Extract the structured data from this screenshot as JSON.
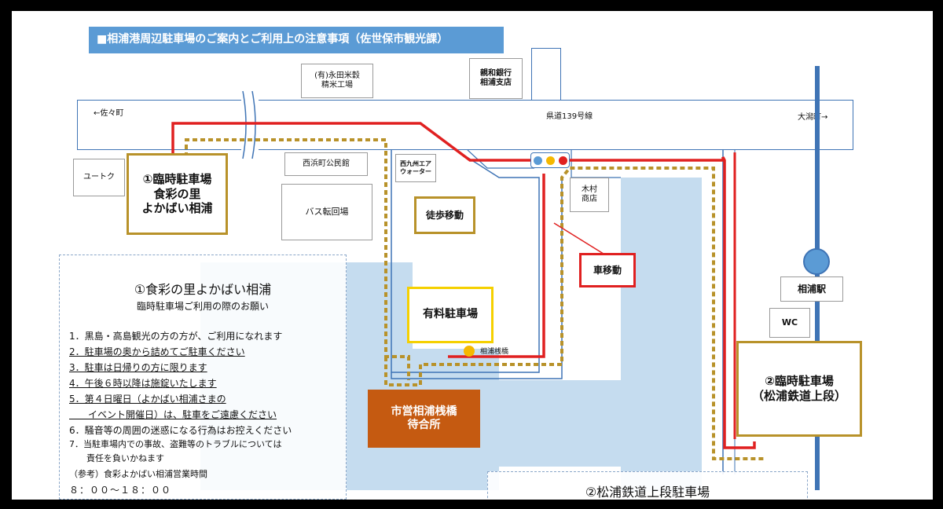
{
  "title": "■相浦港周辺駐車場のご案内とご利用上の注意事項（佐世保市観光課）",
  "road": {
    "name": "県道139号線",
    "left_dir": "←佐々町",
    "right_dir": "大潟町→"
  },
  "places": {
    "nagata": "(有)永田米穀\n精米工場",
    "bank": "親和銀行\n相浦支店",
    "yutoku": "ユートク",
    "kominkan": "西浜町公民館",
    "bus": "バス転回場",
    "nishikyushu": "西九州エア\nウォーター",
    "kimura": "木村\n商店",
    "station": "相浦駅",
    "wc": "WC",
    "pier_label": "相浦桟橋"
  },
  "parking": {
    "p1": "①臨時駐車場\n食彩の里\nよかばい相浦",
    "paid": "有料駐車場",
    "p2": "②臨時駐車場\n（松浦鉄道上段）",
    "terminal": "市営相浦桟橋\n待合所"
  },
  "legend": {
    "walk": "徒歩移動",
    "car": "車移動"
  },
  "colors": {
    "title_bg": "#5b9bd5",
    "sea": "#c5dcef",
    "car_route": "#e02020",
    "walk_route": "#b8922a",
    "terminal_bg": "#c55a11",
    "rail": "#3f74b5"
  },
  "notice": {
    "heading": "①食彩の里よかばい相浦",
    "subheading": "臨時駐車場ご利用の際のお願い",
    "items": [
      "1．黒島・高島観光の方の方が、ご利用になれます",
      "2．駐車場の奥から詰めてご駐車ください",
      "3．駐車は日帰りの方に限ります",
      "4．午後６時以降は施錠いたします",
      "5．第４日曜日（よかばい相浦さまの",
      "　　イベント開催日）は、駐車をご遠慮ください",
      "6．騒音等の周囲の迷惑になる行為はお控えください",
      "7．当駐車場内での事故、盗難等のトラブルについては",
      "　　責任を負いかねます"
    ],
    "hours_label": "（参考）食彩よかばい相浦営業時間",
    "hours": "８：００～１８：００"
  },
  "notice2": {
    "heading": "②松浦鉄道上段駐車場"
  }
}
